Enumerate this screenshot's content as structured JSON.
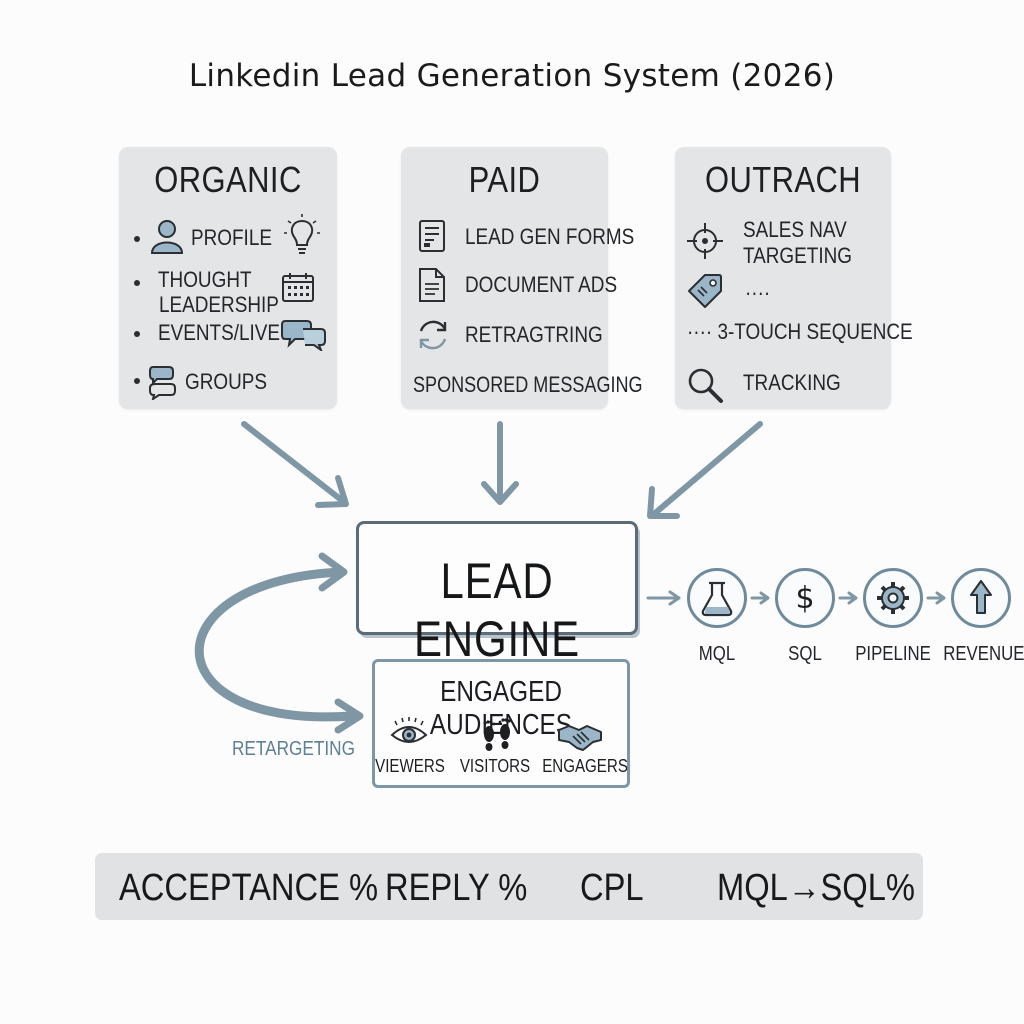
{
  "title": "Linkedin Lead Generation System (2026)",
  "organic": {
    "heading": "ORGANIC",
    "items": [
      "PROFILE",
      "THOUGHT",
      "LEADERSHIP",
      "EVENTS/LIVE",
      "GROUPS"
    ]
  },
  "paid": {
    "heading": "PAID",
    "items": [
      "LEAD GEN FORMS",
      "DOCUMENT ADS",
      "RETRAGTRING",
      "SPONSORED MESSAGING"
    ]
  },
  "outreach": {
    "heading": "OUTRACH",
    "items": [
      "SALES NAV",
      "TARGETING",
      "····",
      "···· 3-TOUCH SEQUENCE",
      "TRACKING"
    ]
  },
  "engine": {
    "label": "LEAD ENGINE"
  },
  "audiences": {
    "heading": "ENGAGED AUDIENCES",
    "items": [
      "VIEWERS",
      "VISITORS",
      "ENGAGERS"
    ]
  },
  "retargeting_label": "RETARGETING",
  "funnel": [
    "MQL",
    "SQL",
    "PIPELINE",
    "REVENUE"
  ],
  "metrics": [
    "ACCEPTANCE %",
    "REPLY %",
    "CPL",
    "MQL→SQL%"
  ],
  "icons": {
    "organic": [
      "person-icon",
      "lightbulb-icon",
      "calendar-icon",
      "chat-bubbles-icon",
      "group-chat-icon"
    ],
    "paid": [
      "form-icon",
      "document-icon",
      "refresh-icon"
    ],
    "outreach": [
      "crosshair-icon",
      "tag-icon",
      "magnifier-icon"
    ],
    "audiences": [
      "eye-icon",
      "footprints-icon",
      "handshake-icon"
    ],
    "funnel": [
      "flask-icon",
      "dollar-icon",
      "gear-icon",
      "up-arrow-icon"
    ]
  },
  "colors": {
    "accent": "#6f8a9a",
    "arrow": "#7f97a5",
    "panel": "#e4e5e6",
    "icon_fill": "#9bb6c8"
  }
}
